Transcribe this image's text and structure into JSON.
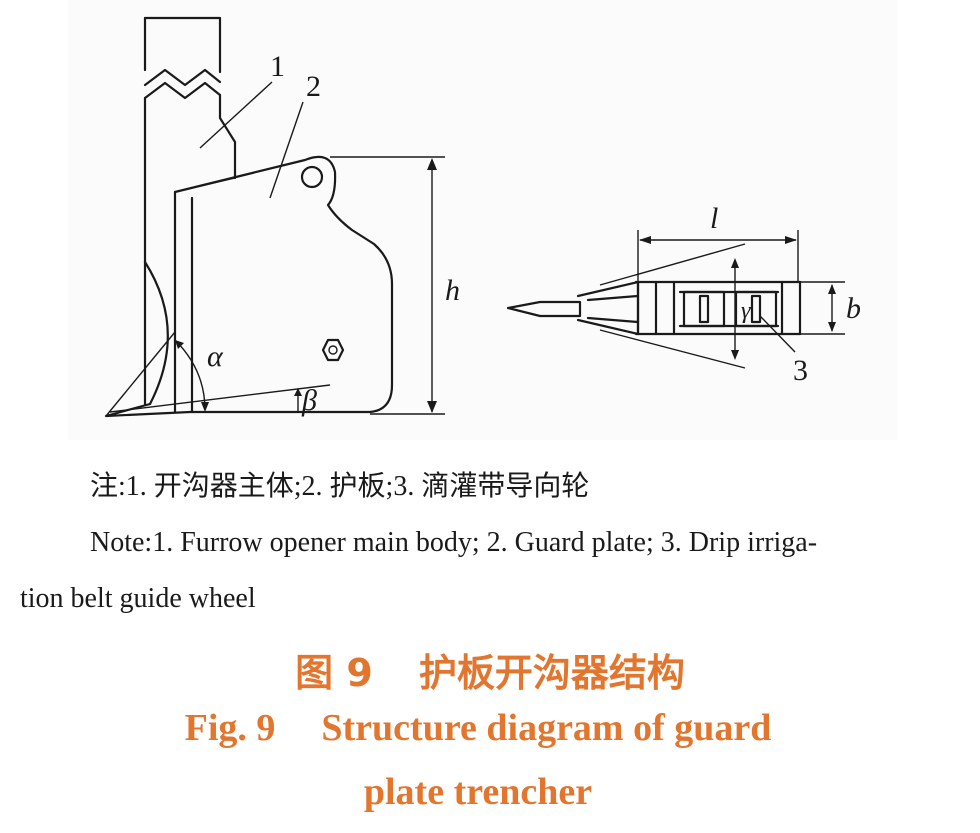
{
  "labels": {
    "part1": "1",
    "part2": "2",
    "part3": "3",
    "h": "h",
    "l": "l",
    "b": "b",
    "alpha": "α",
    "beta": "β",
    "gamma": "γ"
  },
  "note": {
    "zh": "注:1. 开沟器主体;2. 护板;3. 滴灌带导向轮",
    "en_line1": "Note:1. Furrow opener main body; 2. Guard plate; 3. Drip irriga-",
    "en_line2": "tion belt guide wheel"
  },
  "caption": {
    "zh_num": "图 9",
    "zh_title": "护板开沟器结构",
    "en_num": "Fig. 9",
    "en_title_line1": "Structure diagram of guard",
    "en_title_line2": "plate trencher"
  },
  "colors": {
    "caption": "#e3762f",
    "line": "#1a1a1a"
  }
}
